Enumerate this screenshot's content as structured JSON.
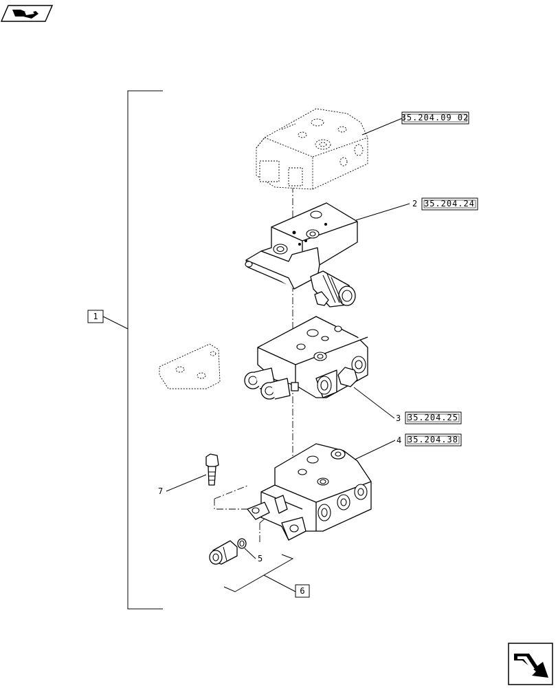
{
  "callouts": {
    "assembly": "1",
    "item2": "2",
    "item3": "3",
    "item4": "4",
    "item5": "5",
    "kit6": "6",
    "item7": "7"
  },
  "references": {
    "top_section": "35.204.09 02",
    "item2": "35.204.24",
    "item3": "35.204.25",
    "item4": "35.204.38"
  },
  "icons": {
    "top_left": "book-arrow-icon",
    "bottom_right": "next-page-arrow-icon"
  },
  "colors": {
    "ink": "#000000",
    "paper": "#ffffff"
  }
}
